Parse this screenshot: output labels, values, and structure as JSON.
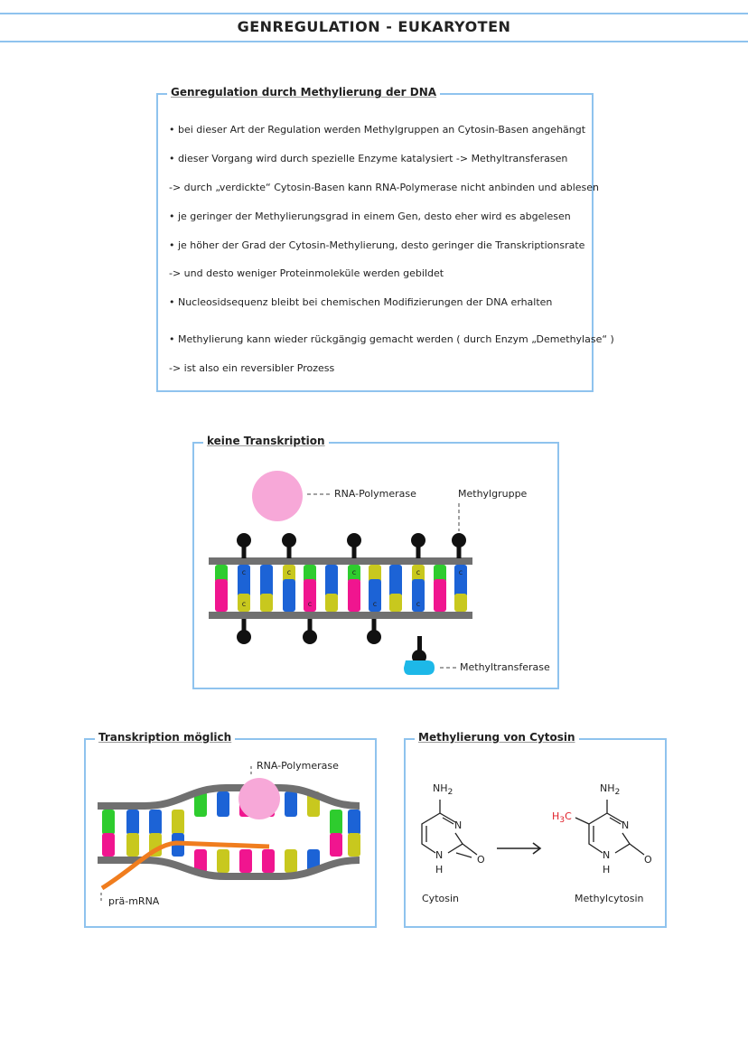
{
  "header": {
    "title": "GENREGULATION - EUKARYOTEN"
  },
  "methylation_box": {
    "title": "Genregulation durch Methylierung der DNA",
    "lines": [
      "• bei dieser Art der Regulation werden Methylgruppen an Cytosin-Basen angehängt",
      "• dieser Vorgang wird durch spezielle Enzyme katalysiert -> Methyltransferasen",
      "-> durch „verdickte“ Cytosin-Basen kann RNA-Polymerase nicht anbinden und ablesen",
      "• je geringer der Methylierungsgrad in einem Gen, desto eher wird es abgelesen",
      "• je höher der Grad der Cytosin-Methylierung, desto geringer die Transkriptionsrate",
      "-> und desto weniger Proteinmoleküle werden gebildet",
      "• Nucleosidsequenz bleibt bei chemischen Modifizierungen der DNA erhalten",
      "• Methylierung kann wieder rückgängig gemacht werden ( durch Enzym „Demethylase“ )",
      "-> ist also ein reversibler Prozess"
    ]
  },
  "no_transcription": {
    "title": "keine Transkription",
    "rna_polymerase": "RNA-Polymerase",
    "methyl_group": "Methylgruppe",
    "methyltransferase": "Methyltransferase",
    "base_letter": "c"
  },
  "transcription_possible": {
    "title": "Transkription möglich",
    "rna_polymerase": "RNA-Polymerase",
    "pre_mrna": "prä-mRNA"
  },
  "cytosin_methylation": {
    "title": "Methylierung von Cytosin",
    "nh2": "NH",
    "sub2": "2",
    "n": "N",
    "o": "O",
    "h": "H",
    "h3c_h": "H",
    "h3c_3": "3",
    "h3c_c": "C",
    "cytosin": "Cytosin",
    "methylcytosin": "Methylcytosin"
  },
  "colors": {
    "frame": "#8fc3ee",
    "green": "#2ecc2e",
    "blue": "#1c63d6",
    "pink": "#f0158f",
    "yellow": "#c8c81e",
    "polymerase": "#f7a8d8",
    "mrna": "#f07d1e",
    "transferase": "#1db8e8",
    "methyl_red": "#e0202a"
  }
}
